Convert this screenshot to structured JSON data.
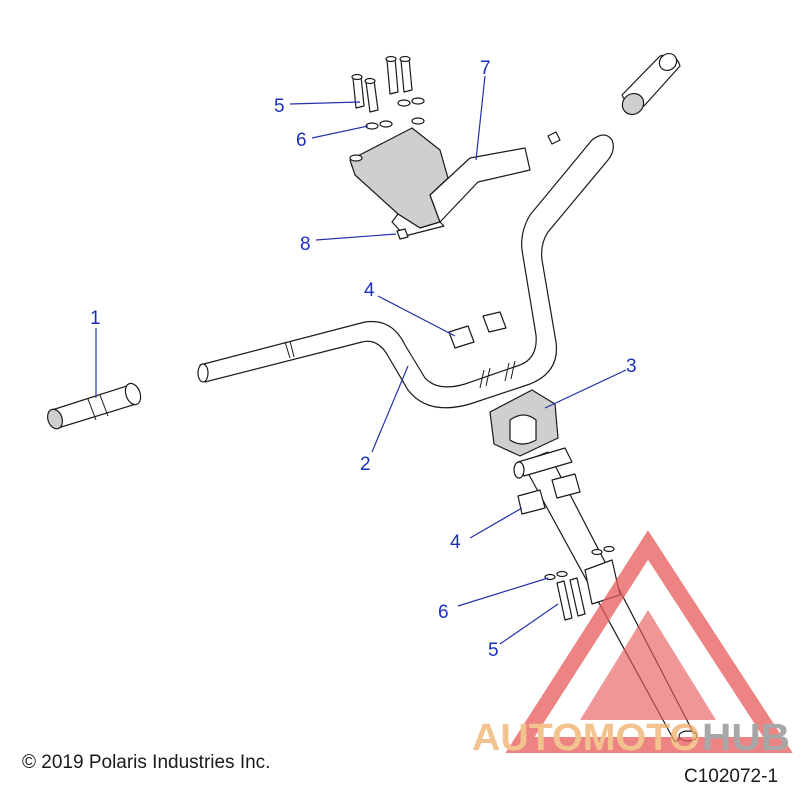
{
  "callouts": {
    "c1": "1",
    "c2": "2",
    "c3": "3",
    "c4a": "4",
    "c4b": "4",
    "c5a": "5",
    "c5b": "5",
    "c6a": "6",
    "c6b": "6",
    "c7": "7",
    "c8": "8"
  },
  "copyright": "© 2019 Polaris Industries Inc.",
  "diagram_code": "C102072-1",
  "watermark": {
    "word_a": "AUTOMOTO",
    "word_b": "HUB",
    "color_a": "#f0b06a",
    "color_b": "#8a8a8a",
    "triangle_color": "#e85a5a"
  },
  "colors": {
    "callout": "#1a2fbf",
    "line": "#1a1a1a"
  }
}
